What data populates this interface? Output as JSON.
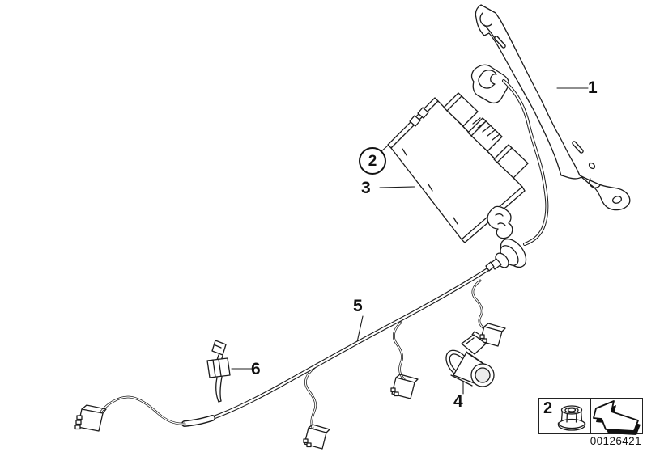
{
  "canvas": {
    "background": "#ffffff",
    "line_color": "#1c1c1c",
    "shading_color": "#d9d9d9"
  },
  "callouts": {
    "bracket": {
      "label": "1"
    },
    "nut": {
      "label": "2"
    },
    "control_module": {
      "label": "3"
    },
    "sensor": {
      "label": "4"
    },
    "harness": {
      "label": "5"
    },
    "cable_tie": {
      "label": "6"
    }
  },
  "legend": {
    "item_label": "2",
    "item_icon": "flange-nut-icon",
    "nav_icon": "direction-arrow-icon"
  },
  "footer": {
    "drawing_number": "00126421"
  }
}
